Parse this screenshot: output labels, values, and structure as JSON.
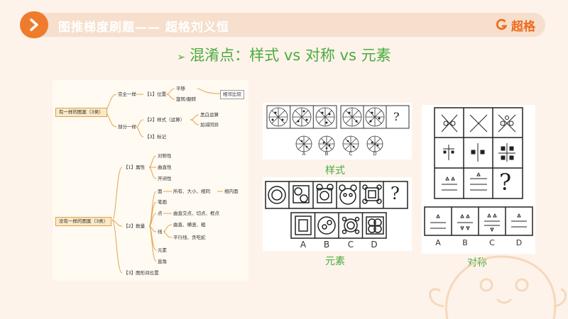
{
  "header": {
    "title": "图推梯度刷题—— 超格刘义恒",
    "brand": "超格",
    "accent": "#ef7c2c"
  },
  "subtitle": {
    "marker": "➢",
    "text": "混淆点：样式 vs 对称 vs 元素"
  },
  "mindmap": {
    "root_a": "有一样的图案（3类）",
    "a_complete": "完全一样",
    "a_pos": "【1】位置",
    "a_translate": "平移",
    "a_rotate": "旋转/翻转",
    "a_compare": "相邻比较",
    "a_partial": "部分一样",
    "a_style": "【2】样式（运算）",
    "a_bw": "黑白运算",
    "a_addsub": "加减同异",
    "a_mark": "【3】标记",
    "root_b": "没有一样的图案（3类）",
    "b_attr": "【1】属性",
    "b_sym": "对称性",
    "b_curve": "曲直性",
    "b_open": "开闭性",
    "b_count": "【2】数量",
    "b_face": "面",
    "b_face_d": "所有、大小、相同",
    "b_face_in": "相内面",
    "b_stroke": "笔画",
    "b_point": "点",
    "b_point_d": "曲直交点、切点、框点",
    "b_line": "线",
    "b_line_d1": "曲直、横竖、粗",
    "b_line_d2": "平行线、贪吃蛇",
    "b_elem": "元素",
    "b_angle": "直角",
    "b_3": "【3】图形间位置"
  },
  "figures": {
    "style_caption": "样式",
    "element_caption": "元素",
    "symmetry_caption": "对称",
    "question_mark": "?",
    "options": [
      "A",
      "B",
      "C",
      "D"
    ]
  }
}
